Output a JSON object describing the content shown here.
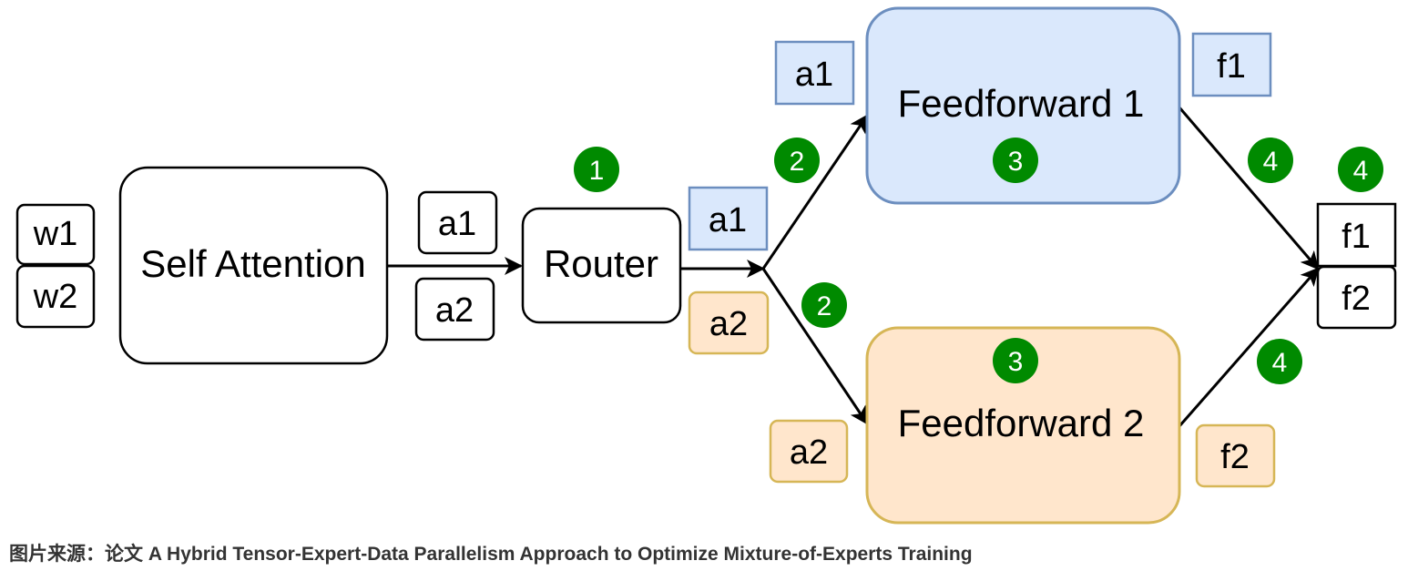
{
  "nodes": {
    "w1": "w1",
    "w2": "w2",
    "self_attention": "Self Attention",
    "in_a1": "a1",
    "in_a2": "a2",
    "router": "Router",
    "router_a1": "a1",
    "router_a2": "a2",
    "ff1_a1": "a1",
    "feedforward1": "Feedforward 1",
    "ff1_f1": "f1",
    "ff2_a2": "a2",
    "feedforward2": "Feedforward 2",
    "ff2_f2": "f2",
    "out_f1": "f1",
    "out_f2": "f2"
  },
  "steps": {
    "router": "1",
    "route_top": "2",
    "route_bottom": "2",
    "ff1": "3",
    "ff2": "3",
    "gather_top": "4",
    "gather_bottom": "4",
    "output": "4"
  },
  "colors": {
    "blue_fill": "#dae8fc",
    "blue_stroke": "#6c8ebf",
    "orange_fill": "#ffe6cc",
    "orange_stroke": "#d6b656",
    "step_green": "#008a00"
  },
  "caption": "图片来源：论文 A Hybrid Tensor-Expert-Data Parallelism Approach to Optimize Mixture-of-Experts Training"
}
